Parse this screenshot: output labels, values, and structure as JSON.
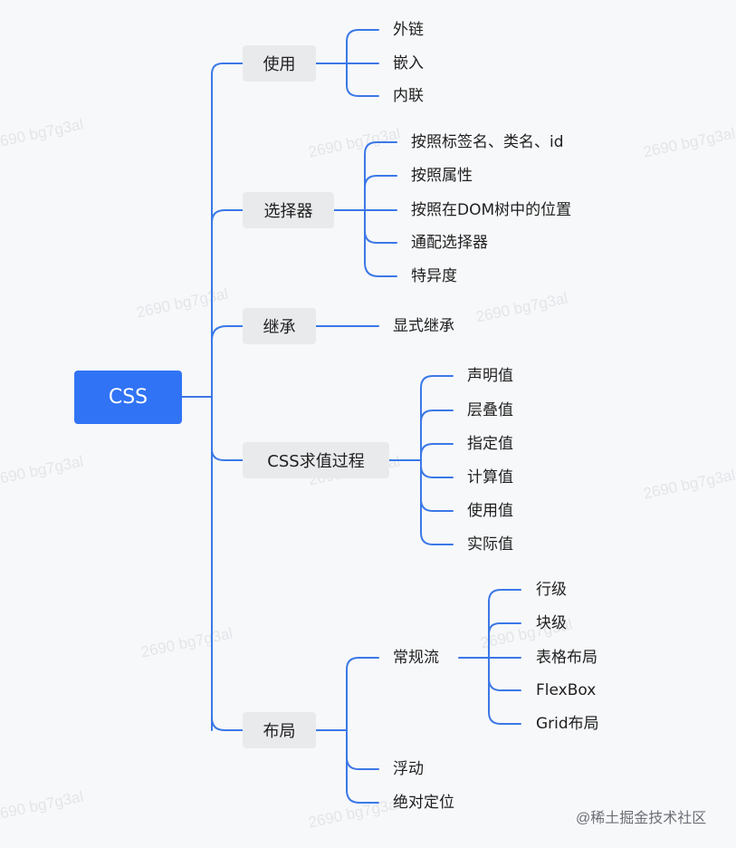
{
  "root": "CSS",
  "branches": [
    {
      "label": "使用",
      "children": [
        "外链",
        "嵌入",
        "内联"
      ]
    },
    {
      "label": "选择器",
      "children": [
        "按照标签名、类名、id",
        "按照属性",
        "按照在DOM树中的位置",
        "通配选择器",
        "特异度"
      ]
    },
    {
      "label": "继承",
      "children": [
        "显式继承"
      ]
    },
    {
      "label": "CSS求值过程",
      "children": [
        "声明值",
        "层叠值",
        "指定值",
        "计算值",
        "使用值",
        "实际值"
      ]
    },
    {
      "label": "布局",
      "children": [
        "常规流",
        "浮动",
        "绝对定位"
      ]
    }
  ],
  "normal_flow": {
    "label": "常规流",
    "children": [
      "行级",
      "块级",
      "表格布局",
      "FlexBox",
      "Grid布局"
    ]
  },
  "watermark": "2690 bg7g3al",
  "footer": "@稀土掘金技术社区",
  "colors": {
    "root_bg": "#3173f5",
    "node_bg": "#e9eaec",
    "line": "#3b78e7",
    "background": "#f7f8fa"
  }
}
